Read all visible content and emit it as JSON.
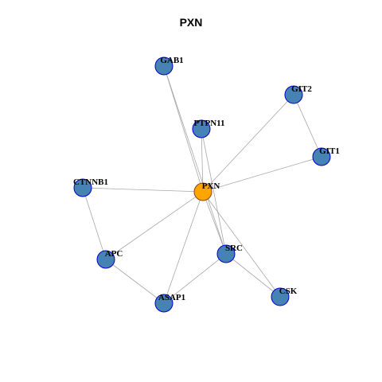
{
  "title": "PXN",
  "colors": {
    "center_fill": "#FFA500",
    "node_fill": "#4682B4",
    "node_stroke": "#0000CD",
    "center_stroke": "#8B4513",
    "edge": "#A8A8A8"
  },
  "graph": {
    "center": "PXN",
    "nodes": [
      "PXN",
      "GAB1",
      "GIT2",
      "PTPN11",
      "GIT1",
      "CTNNB1",
      "APC",
      "SRC",
      "ASAP1",
      "CSK"
    ],
    "edges": [
      [
        "PXN",
        "GAB1"
      ],
      [
        "PXN",
        "GIT2"
      ],
      [
        "PXN",
        "PTPN11"
      ],
      [
        "PXN",
        "GIT1"
      ],
      [
        "PXN",
        "CTNNB1"
      ],
      [
        "PXN",
        "APC"
      ],
      [
        "PXN",
        "SRC"
      ],
      [
        "PXN",
        "ASAP1"
      ],
      [
        "PXN",
        "CSK"
      ],
      [
        "GAB1",
        "SRC"
      ],
      [
        "GIT2",
        "GIT1"
      ],
      [
        "PTPN11",
        "SRC"
      ],
      [
        "CTNNB1",
        "APC"
      ],
      [
        "APC",
        "ASAP1"
      ],
      [
        "ASAP1",
        "SRC"
      ],
      [
        "SRC",
        "CSK"
      ]
    ]
  }
}
